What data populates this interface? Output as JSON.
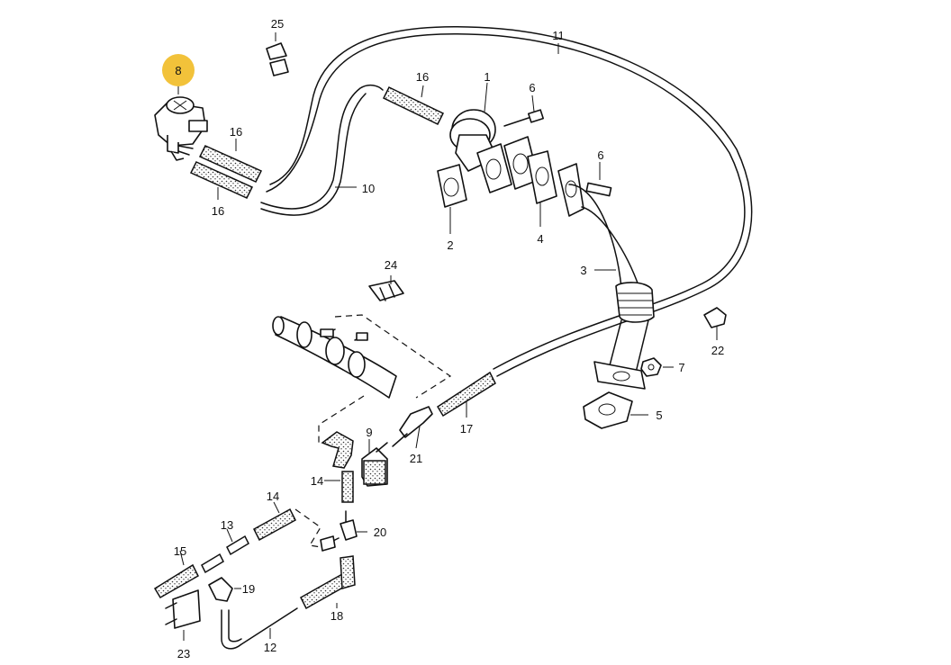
{
  "highlight": {
    "label": "8",
    "color": "#f2c23a"
  },
  "callouts": {
    "c1": "1",
    "c2": "2",
    "c3": "3",
    "c4": "4",
    "c5": "5",
    "c6a": "6",
    "c6b": "6",
    "c7": "7",
    "c9": "9",
    "c10": "10",
    "c11": "11",
    "c12": "12",
    "c13": "13",
    "c14a": "14",
    "c14b": "14",
    "c15": "15",
    "c16a": "16",
    "c16b": "16",
    "c16c": "16",
    "c17": "17",
    "c18": "18",
    "c19": "19",
    "c20": "20",
    "c21": "21",
    "c22": "22",
    "c23": "23",
    "c24": "24",
    "c25": "25"
  }
}
